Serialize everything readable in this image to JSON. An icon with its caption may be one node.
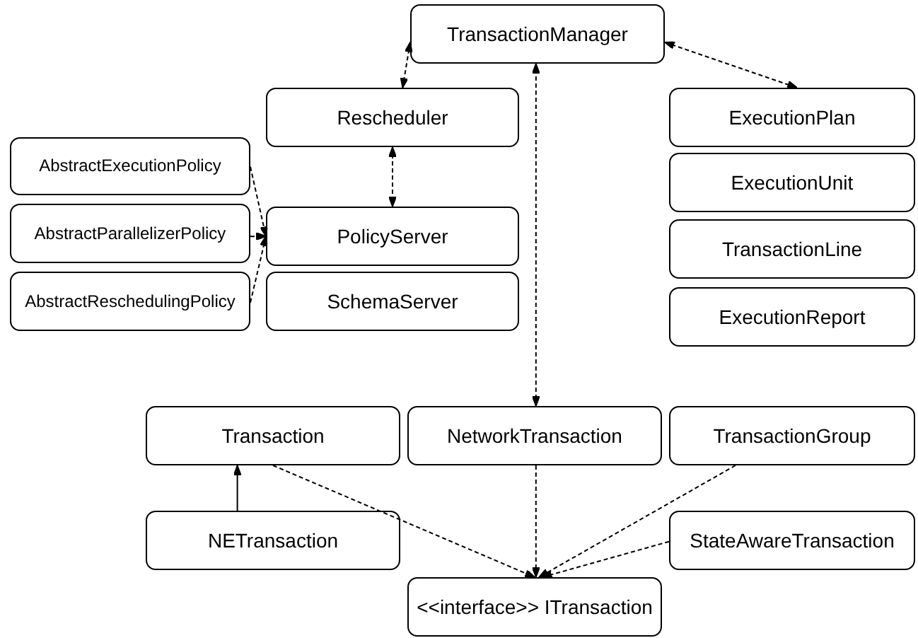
{
  "diagram": {
    "nodes": [
      {
        "text": [
          "TransactionManager"
        ]
      },
      {
        "text": [
          "Rescheduler"
        ]
      },
      {
        "text": [
          "ExecutionPlan"
        ]
      },
      {
        "text": [
          "AbstractExecutionPolicy"
        ]
      },
      {
        "text": [
          "PolicyServer"
        ]
      },
      {
        "text": [
          "ExecutionUnit"
        ]
      },
      {
        "text": [
          "AbstractParallelizerPolicy"
        ]
      },
      {
        "text": [
          "TransactionLine"
        ]
      },
      {
        "text": [
          "AbstractReschedulingPolicy"
        ]
      },
      {
        "text": [
          "SchemaServer"
        ]
      },
      {
        "text": [
          "ExecutionReport"
        ]
      },
      {
        "text": [
          "Transaction"
        ]
      },
      {
        "text": [
          "NetworkTransaction"
        ]
      },
      {
        "text": [
          "TransactionGroup"
        ]
      },
      {
        "text": [
          "NETransaction"
        ]
      },
      {
        "text": [
          "StateAwareTransaction"
        ]
      },
      {
        "text": [
          "<<interface>> ITransaction"
        ]
      }
    ],
    "edges": [
      {
        "from": 0,
        "to": 1,
        "arrow": "both",
        "style": "dashed"
      },
      {
        "from": 0,
        "to": 2,
        "arrow": "both",
        "style": "dashed"
      },
      {
        "from": 1,
        "to": 4,
        "arrow": "both",
        "style": "dashed"
      },
      {
        "from": 12,
        "to": 0,
        "arrow": "both",
        "style": "dashed"
      },
      {
        "from": 3,
        "to": 4,
        "arrow": "to",
        "style": "dashed"
      },
      {
        "from": 6,
        "to": 4,
        "arrow": "to",
        "style": "dashed"
      },
      {
        "from": 8,
        "to": 4,
        "arrow": "to",
        "style": "dashed"
      },
      {
        "from": 14,
        "to": 11,
        "arrow": "to"
      },
      {
        "from": 11,
        "to": 16,
        "arrow": "to",
        "style": "dashed"
      },
      {
        "from": 12,
        "to": 16,
        "arrow": "to",
        "style": "dashed"
      },
      {
        "from": 13,
        "to": 16,
        "arrow": "to",
        "style": "dashed"
      },
      {
        "from": 15,
        "to": 16,
        "arrow": "to",
        "style": "dashed"
      }
    ]
  }
}
